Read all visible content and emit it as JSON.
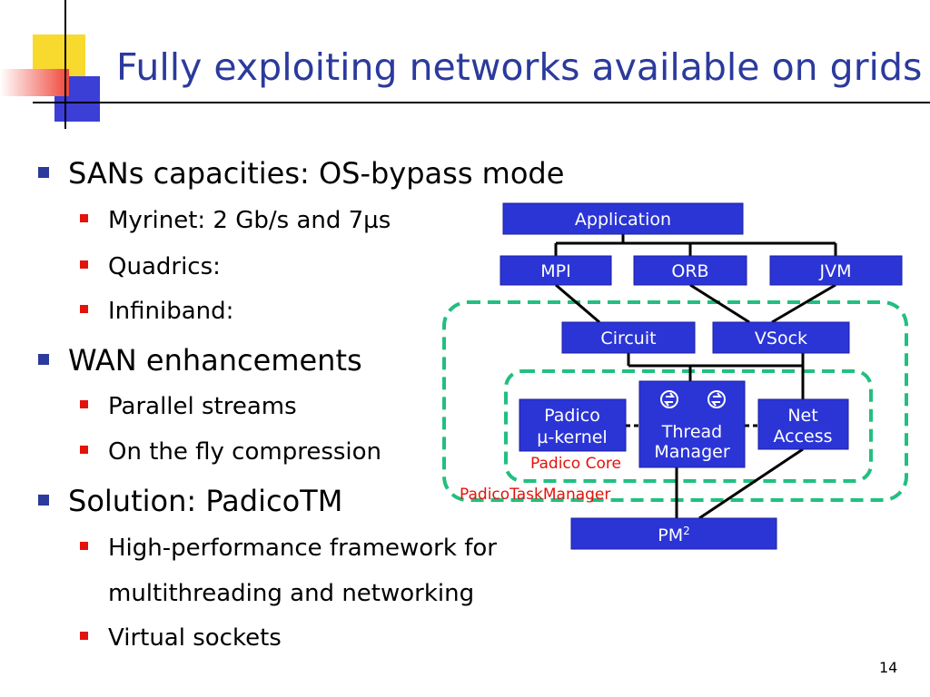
{
  "title": "Fully exploiting networks available on grids",
  "bullets": [
    {
      "text": "SANs capacities: OS-bypass mode",
      "level": 1
    },
    {
      "text": "Myrinet: 2 Gb/s and 7µs",
      "level": 2
    },
    {
      "text": "Quadrics:",
      "level": 2
    },
    {
      "text": "Infiniband:",
      "level": 2
    },
    {
      "text": "WAN enhancements",
      "level": 1
    },
    {
      "text": "Parallel streams",
      "level": 2
    },
    {
      "text": "On the fly compression",
      "level": 2
    },
    {
      "text": "Solution: PadicoTM",
      "level": 1
    },
    {
      "text": "High-performance framework for",
      "level": 2
    },
    {
      "text": "multithreading and networking",
      "level": 2
    },
    {
      "text": "Virtual sockets",
      "level": 2
    }
  ],
  "diagram": {
    "application": "Application",
    "mpi": "MPI",
    "orb": "ORB",
    "jvm": "JVM",
    "circuit": "Circuit",
    "vsock": "VSock",
    "padico_kernel_line1": "Padico",
    "padico_kernel_line2": "µ-kernel",
    "thread_manager_line1": "Thread",
    "thread_manager_line2": "Manager",
    "net_access_line1": "Net",
    "net_access_line2": "Access",
    "padico_core_label": "Padico Core",
    "padico_task_manager_label": "PadicoTaskManager",
    "pm2_base": "PM",
    "pm2_sup": "2"
  },
  "page_number": "14",
  "colors": {
    "title": "#2b3a9c",
    "box_fill": "#2b35d6",
    "dashed_border": "#22bf80",
    "red_label": "#e3120b"
  },
  "icons": [
    "refresh-icon",
    "refresh-icon"
  ]
}
